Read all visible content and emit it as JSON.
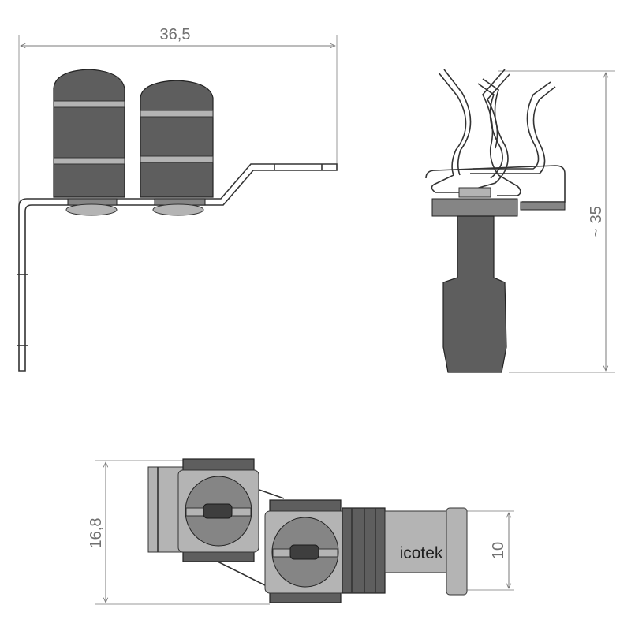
{
  "dimensions": {
    "width_label": "36,5",
    "height_label": "~ 35",
    "side_label": "16,8",
    "small_label": "10"
  },
  "brand": "icotek",
  "colors": {
    "dimension": "#7a7a7a",
    "outline": "#333333",
    "body": "#5e5e5e",
    "background": "#ffffff"
  }
}
